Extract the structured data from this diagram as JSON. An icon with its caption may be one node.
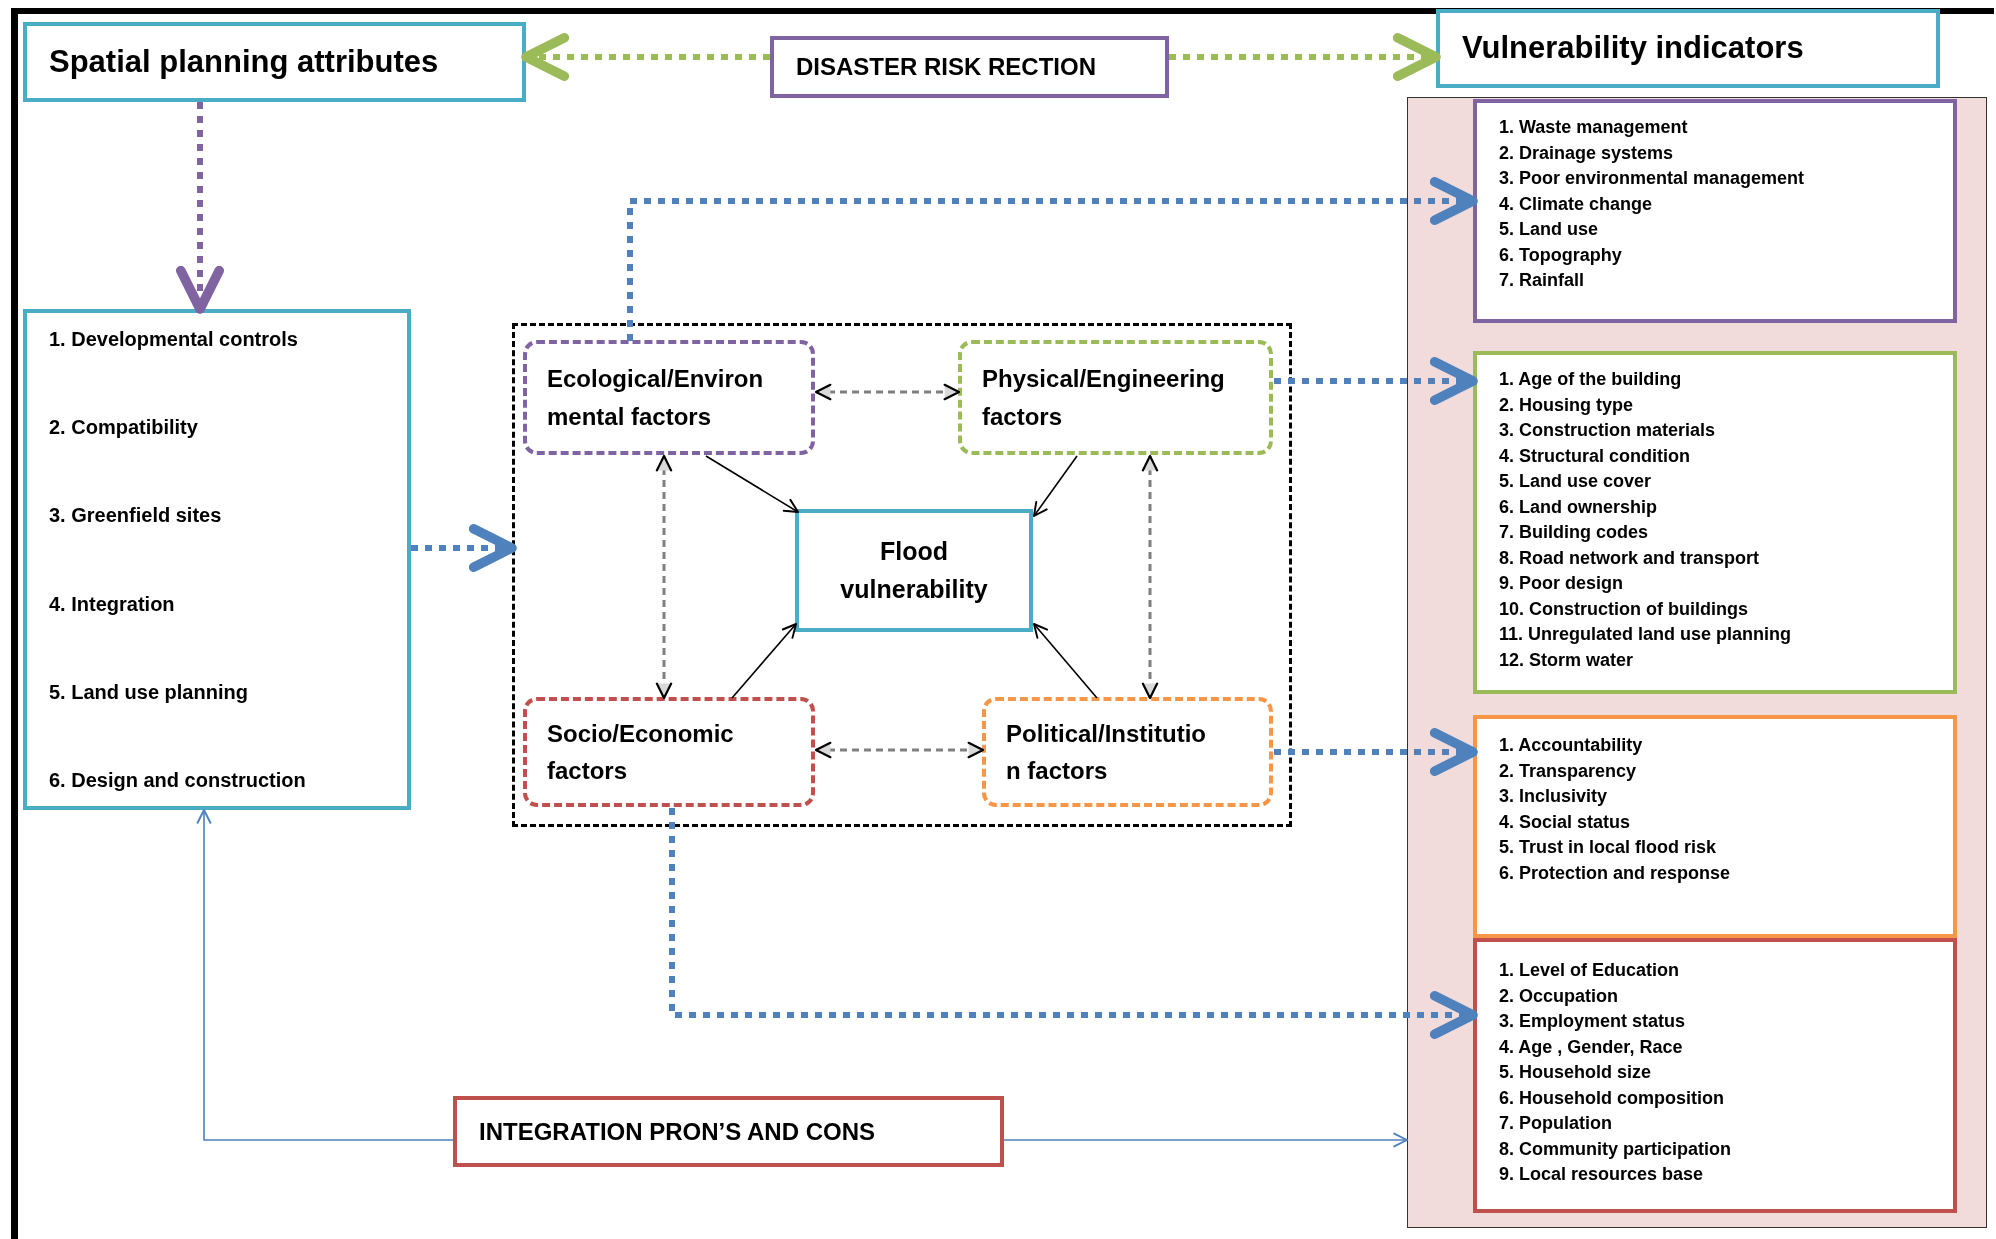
{
  "diagram": {
    "nodes": [
      {
        "text": [
          "Spatial planning attributes"
        ]
      },
      {
        "text": [
          "DISASTER RISK RECTION"
        ]
      },
      {
        "text": [
          "Vulnerability indicators"
        ]
      },
      {
        "text": [
          "1. Developmental controls",
          "2. Compatibility",
          "3. Greenfield sites",
          "4. Integration",
          "5. Land use planning",
          "6. Design and construction"
        ]
      },
      {
        "text": [],
        "shape": "box"
      },
      {
        "text": [
          "Ecological/Environ mental factors"
        ],
        "in": 4
      },
      {
        "text": [
          "Physical/Engineering factors"
        ],
        "in": 4
      },
      {
        "text": [
          "Flood vulnerability"
        ],
        "in": 4
      },
      {
        "text": [
          "Socio/Economic factors"
        ],
        "in": 4
      },
      {
        "text": [
          "Political/Institutio n factors"
        ],
        "in": 4
      },
      {
        "text": [],
        "shape": "box"
      },
      {
        "text": [
          "1. Waste management",
          "2. Drainage systems",
          "3. Poor environmental management",
          "4. Climate change",
          "5. Land use",
          "6. Topography",
          "7. Rainfall"
        ],
        "in": 10
      },
      {
        "text": [
          "1. Age of the building",
          "2. Housing type",
          "3. Construction materials",
          "4. Structural condition",
          "5. Land use cover",
          "6. Land ownership",
          "7. Building codes",
          "8. Road network and transport",
          "9. Poor design",
          "10. Construction of buildings",
          "11. Unregulated land use planning",
          "12. Storm water"
        ],
        "in": 10
      },
      {
        "text": [
          "1. Accountability",
          "2. Transparency",
          "3. Inclusivity",
          "4. Social status",
          "5. Trust in local flood risk",
          "6. Protection and response"
        ],
        "in": 10
      },
      {
        "text": [
          "1. Level of Education",
          "2. Occupation",
          "3. Employment status",
          "4. Age , Gender, Race",
          "5. Household size",
          "6. Household composition",
          "7. Population",
          "8. Community participation",
          "9. Local resources base"
        ],
        "in": 10
      },
      {
        "text": [
          "INTEGRATION PRON’S AND CONS"
        ]
      }
    ],
    "edges": [
      {
        "from": 1,
        "to": 0,
        "arrow": "to",
        "style": "dashed",
        "color": "#9bbb59"
      },
      {
        "from": 1,
        "to": 2,
        "arrow": "to",
        "style": "dashed",
        "color": "#9bbb59"
      },
      {
        "from": 0,
        "to": 3,
        "arrow": "to",
        "style": "dashed",
        "color": "#8064a2"
      },
      {
        "from": 3,
        "to": 4,
        "arrow": "to",
        "style": "dashed",
        "color": "#4f81bd"
      },
      {
        "from": 5,
        "to": 11,
        "arrow": "to",
        "style": "dashed",
        "color": "#4f81bd"
      },
      {
        "from": 6,
        "to": 12,
        "arrow": "to",
        "style": "dashed",
        "color": "#4f81bd"
      },
      {
        "from": 9,
        "to": 13,
        "arrow": "to",
        "style": "dashed",
        "color": "#4f81bd"
      },
      {
        "from": 8,
        "to": 14,
        "arrow": "to",
        "style": "dashed",
        "color": "#4f81bd"
      },
      {
        "from": 5,
        "to": 6,
        "arrow": "both",
        "style": "dashed",
        "color": "#7f7f7f"
      },
      {
        "from": 8,
        "to": 9,
        "arrow": "both",
        "style": "dashed",
        "color": "#7f7f7f"
      },
      {
        "from": 5,
        "to": 8,
        "arrow": "both",
        "style": "dashed",
        "color": "#7f7f7f"
      },
      {
        "from": 6,
        "to": 9,
        "arrow": "both",
        "style": "dashed",
        "color": "#7f7f7f"
      },
      {
        "from": 5,
        "to": 7,
        "arrow": "to",
        "color": "#000000"
      },
      {
        "from": 6,
        "to": 7,
        "arrow": "to",
        "color": "#000000"
      },
      {
        "from": 8,
        "to": 7,
        "arrow": "to",
        "color": "#000000"
      },
      {
        "from": 9,
        "to": 7,
        "arrow": "to",
        "color": "#000000"
      },
      {
        "from": 15,
        "to": 3,
        "arrow": "to",
        "color": "#4f81bd"
      },
      {
        "from": 15,
        "to": 10,
        "arrow": "to",
        "color": "#4f81bd"
      }
    ]
  }
}
